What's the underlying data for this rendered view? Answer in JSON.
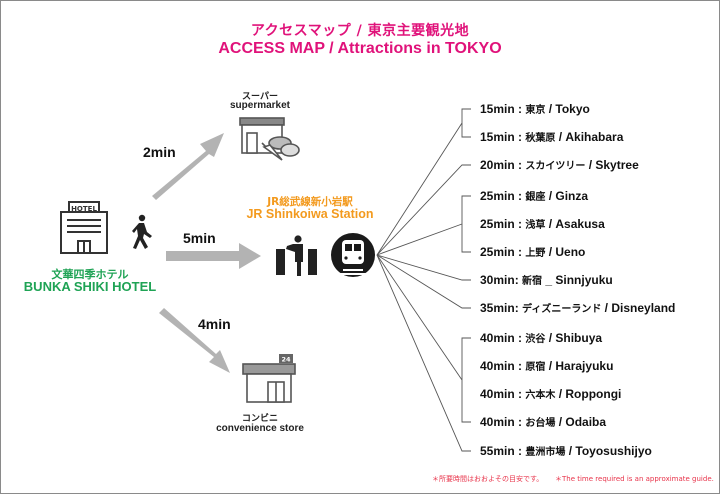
{
  "header": {
    "title_jp": "アクセスマップ / 東京主要観光地",
    "title_en": "ACCESS MAP / Attractions in TOKYO",
    "accent_color": "#e0127a"
  },
  "hotel": {
    "sign": "HOTEL",
    "name_jp": "文華四季ホテル",
    "name_en": "BUNKA SHIKI HOTEL",
    "color": "#1fa355",
    "icon": "hotel-building-icon"
  },
  "routes": [
    {
      "target": "supermarket",
      "time": "2min",
      "icon": "arrow-up-right-icon"
    },
    {
      "target": "station",
      "time": "5min",
      "icon": "arrow-right-icon"
    },
    {
      "target": "convenience",
      "time": "4min",
      "icon": "arrow-down-right-icon"
    }
  ],
  "supermarket": {
    "name_jp": "スーパー",
    "name_en": "supermarket",
    "icon": "supermarket-store-icon"
  },
  "convenience": {
    "name_jp": "コンビニ",
    "name_en": "convenience store",
    "sign": "24",
    "icon": "convenience-store-icon"
  },
  "station": {
    "name_jp": "JR総武線新小岩駅",
    "name_en": "JR Shinkoiwa Station",
    "color": "#f39a1e",
    "icons": [
      "ticket-gate-icon",
      "train-icon"
    ]
  },
  "destinations": [
    {
      "time": "15min",
      "sep": " : ",
      "jp": "東京",
      "slash": " / ",
      "en": "Tokyo"
    },
    {
      "time": "15min",
      "sep": " : ",
      "jp": "秋葉原",
      "slash": " / ",
      "en": "Akihabara"
    },
    {
      "time": "20min",
      "sep": " : ",
      "jp": "スカイツリー",
      "slash": " / ",
      "en": "Skytree"
    },
    {
      "time": "25min",
      "sep": " : ",
      "jp": "銀座",
      "slash": " / ",
      "en": "Ginza"
    },
    {
      "time": "25min",
      "sep": " : ",
      "jp": "浅草",
      "slash": " / ",
      "en": "Asakusa"
    },
    {
      "time": "25min",
      "sep": " : ",
      "jp": "上野",
      "slash": " / ",
      "en": "Ueno"
    },
    {
      "time": "30min",
      "sep": ": ",
      "jp": "新宿",
      "slash": " _ ",
      "en": "Sinnjyuku"
    },
    {
      "time": "35min",
      "sep": ": ",
      "jp": "ディズニーランド",
      "slash": " / ",
      "en": "Disneyland"
    },
    {
      "time": "40min",
      "sep": " : ",
      "jp": "渋谷",
      "slash": " / ",
      "en": "Shibuya"
    },
    {
      "time": "40min",
      "sep": " : ",
      "jp": "原宿",
      "slash": " / ",
      "en": "Harajyuku"
    },
    {
      "time": "40min",
      "sep": " : ",
      "jp": "六本木",
      "slash": " / ",
      "en": "Roppongi"
    },
    {
      "time": "40min",
      "sep": " : ",
      "jp": "お台場",
      "slash": " / ",
      "en": "Odaiba"
    },
    {
      "time": "55min",
      "sep": " : ",
      "jp": "豊洲市場",
      "slash": " / ",
      "en": "Toyosushijyo"
    }
  ],
  "notes": {
    "jp": "＊所要時間はおおよその目安です。",
    "en": "＊The time required is an approximate guide.",
    "color": "#e8334a"
  }
}
